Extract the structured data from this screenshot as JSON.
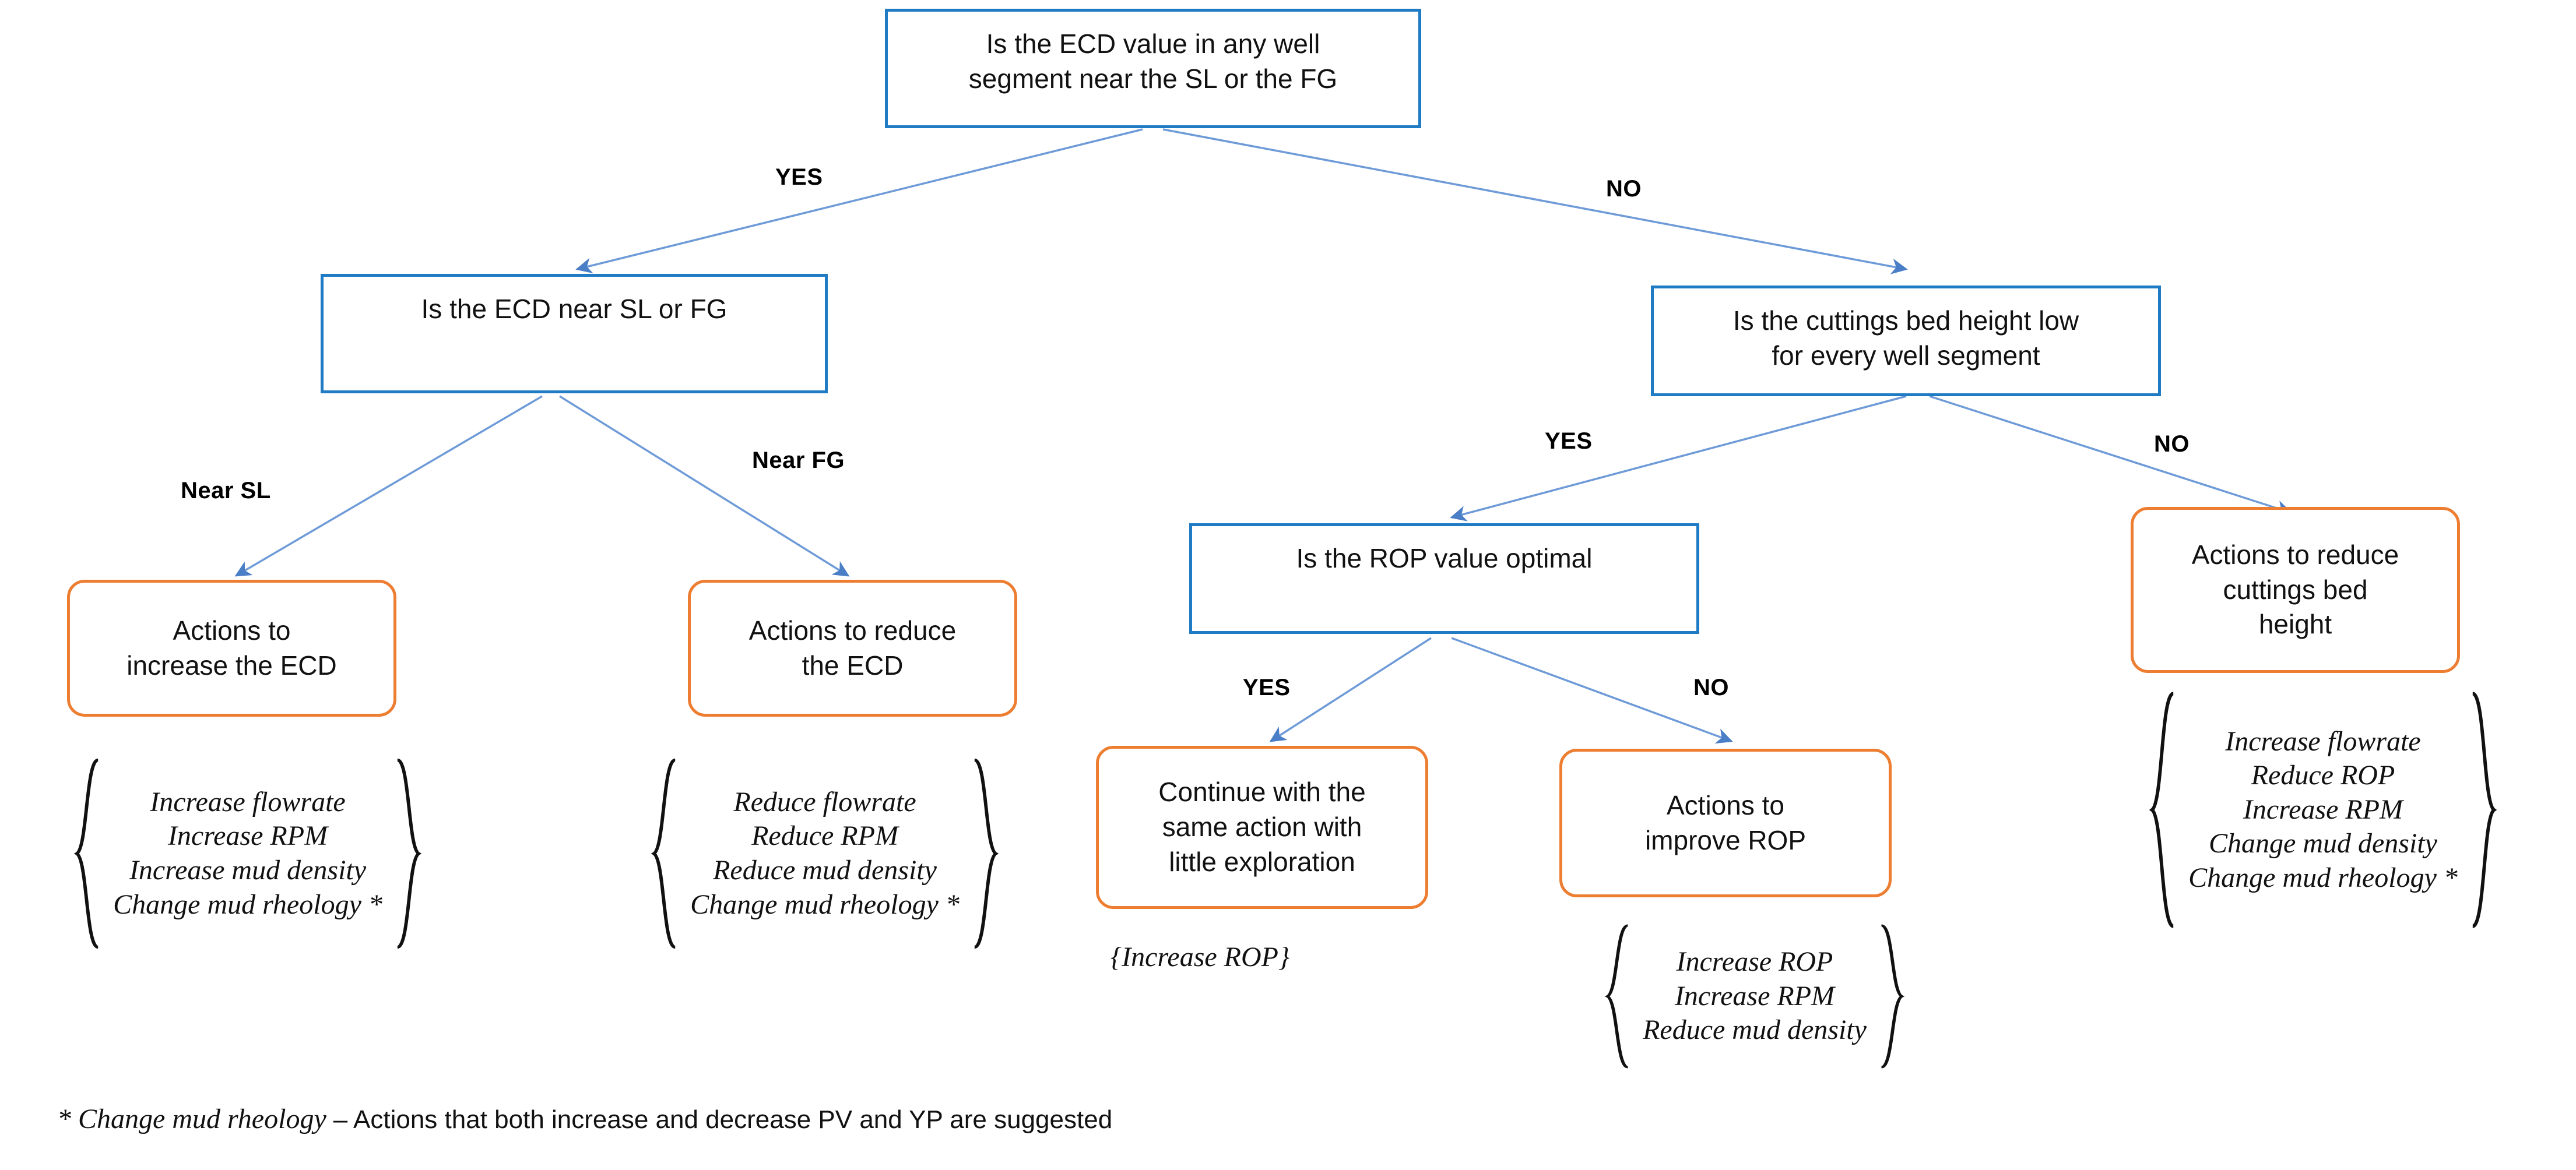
{
  "diagram": {
    "type": "decision-tree",
    "nodes": {
      "root": {
        "id": "root",
        "shape": "rect-blue",
        "text": "Is the ECD value in any well\nsegment near the SL or the FG"
      },
      "ecd_near": {
        "id": "ecd_near",
        "shape": "rect-blue",
        "text": "Is the ECD near SL or FG"
      },
      "cuttings_low": {
        "id": "cuttings_low",
        "shape": "rect-blue",
        "text": "Is the cuttings bed height low\nfor every well segment"
      },
      "rop_optimal": {
        "id": "rop_optimal",
        "shape": "rect-blue",
        "text": "Is the ROP value optimal"
      },
      "increase_ecd": {
        "id": "increase_ecd",
        "shape": "rounded-orange",
        "text": "Actions to\nincrease the ECD"
      },
      "reduce_ecd": {
        "id": "reduce_ecd",
        "shape": "rounded-orange",
        "text": "Actions to reduce\nthe ECD"
      },
      "continue_same": {
        "id": "continue_same",
        "shape": "rounded-orange",
        "text": "Continue with the\nsame action with\nlittle exploration"
      },
      "improve_rop": {
        "id": "improve_rop",
        "shape": "rounded-orange",
        "text": "Actions to\nimprove ROP"
      },
      "reduce_bed": {
        "id": "reduce_bed",
        "shape": "rounded-orange",
        "text": "Actions to reduce\ncuttings bed\nheight"
      }
    },
    "edge_labels": {
      "root_yes": "YES",
      "root_no": "NO",
      "ecd_near_sl": "Near SL",
      "ecd_near_fg": "Near FG",
      "cuttings_yes": "YES",
      "cuttings_no": "NO",
      "rop_yes": "YES",
      "rop_no": "NO"
    },
    "action_lists": {
      "increase_ecd": "Increase flowrate\nIncrease RPM\nIncrease mud density\nChange mud rheology *",
      "reduce_ecd": "Reduce flowrate\nReduce RPM\nReduce mud density\nChange mud rheology *",
      "continue_same": "{Increase ROP}",
      "improve_rop": "Increase ROP\nIncrease RPM\nReduce mud density",
      "reduce_bed": "Increase flowrate\nReduce ROP\nIncrease RPM\nChange mud density\nChange mud rheology *"
    },
    "footnote": {
      "italic_part": "* Change mud rheology ",
      "plain_part": "– Actions that both increase and decrease PV and YP are suggested"
    },
    "colors": {
      "decision_border": "#1F7BC4",
      "action_border": "#ED7D31",
      "connector": "#5B8FD4",
      "text": "#111111",
      "background": "#FFFFFF"
    }
  }
}
